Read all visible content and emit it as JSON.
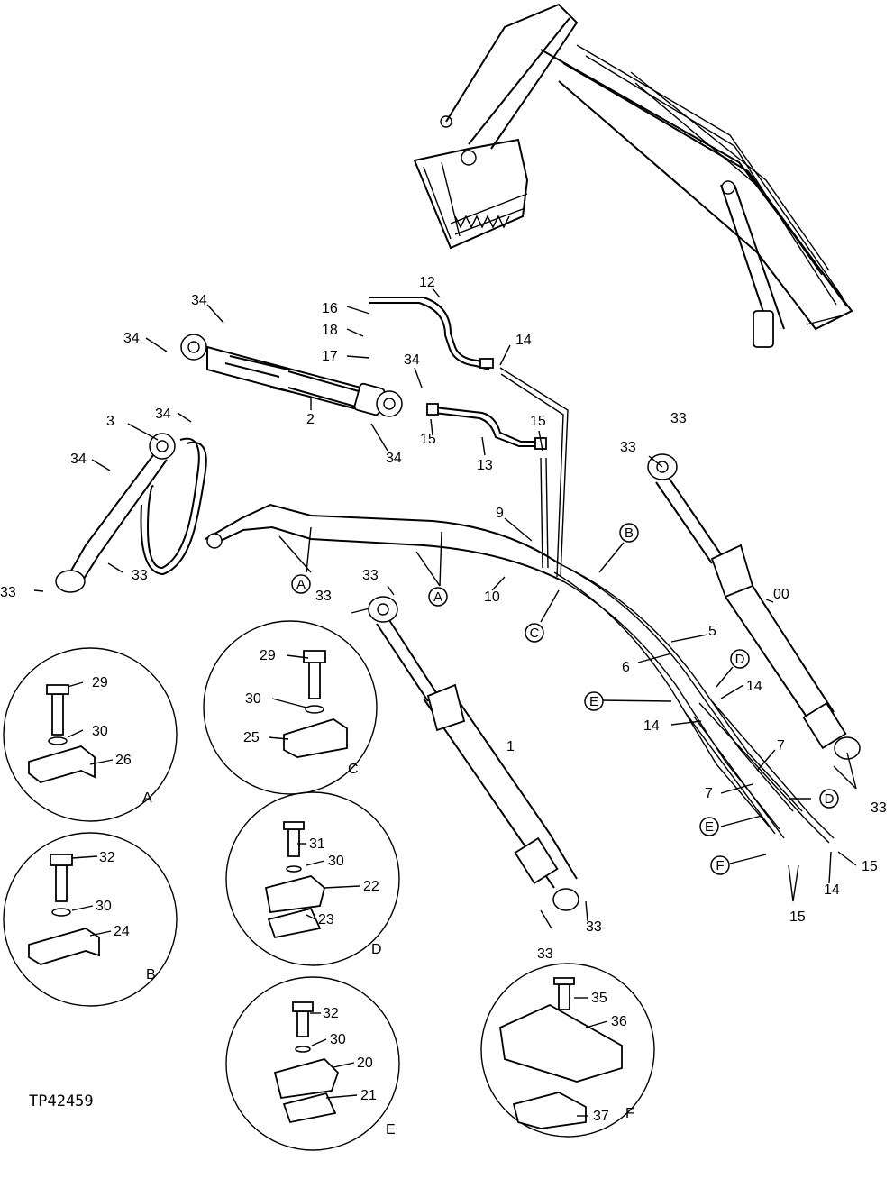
{
  "figure_id": "TP42459",
  "callouts": [
    "1",
    "2",
    "3",
    "5",
    "6",
    "7",
    "7",
    "9",
    "10",
    "12",
    "13",
    "14",
    "14",
    "14",
    "14",
    "15",
    "15",
    "15",
    "15",
    "16",
    "17",
    "18",
    "00",
    "33",
    "33",
    "33",
    "33",
    "33",
    "33",
    "33",
    "33",
    "33",
    "33",
    "34",
    "34",
    "34",
    "34",
    "34",
    "34"
  ],
  "markers": [
    "A",
    "A",
    "B",
    "C",
    "D",
    "D",
    "E",
    "E",
    "F"
  ],
  "details": {
    "A": {
      "letter": "A",
      "parts": [
        "29",
        "30",
        "26"
      ]
    },
    "B": {
      "letter": "B",
      "parts": [
        "32",
        "30",
        "24"
      ]
    },
    "C": {
      "letter": "C",
      "parts": [
        "29",
        "30",
        "25"
      ]
    },
    "D": {
      "letter": "D",
      "parts": [
        "31",
        "30",
        "22",
        "23"
      ]
    },
    "E": {
      "letter": "E",
      "parts": [
        "32",
        "30",
        "20",
        "21"
      ]
    },
    "F": {
      "letter": "F",
      "parts": [
        "35",
        "36",
        "37"
      ]
    }
  }
}
